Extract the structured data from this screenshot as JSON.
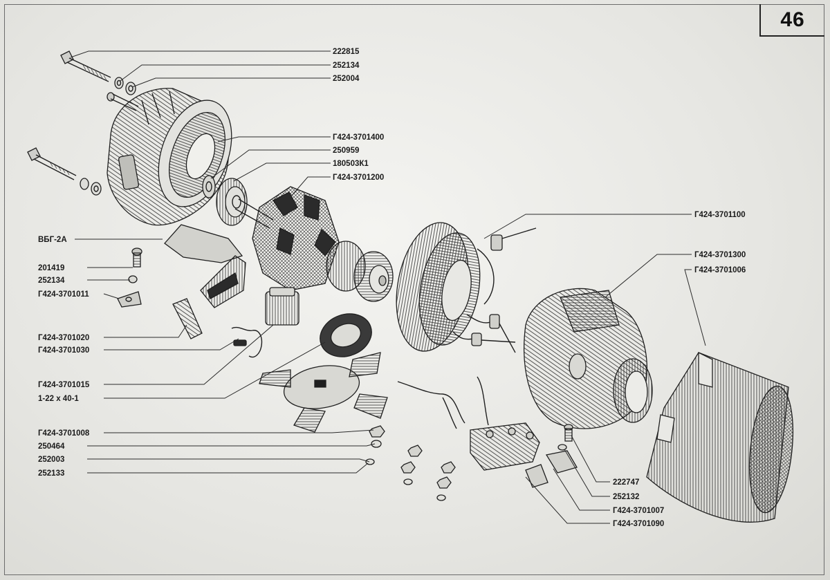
{
  "page_number": "46",
  "parts": [
    {
      "id": "p01",
      "number": "222815"
    },
    {
      "id": "p02",
      "number": "252134"
    },
    {
      "id": "p03",
      "number": "252004"
    },
    {
      "id": "p04",
      "number": "Г424-3701400"
    },
    {
      "id": "p05",
      "number": "250959"
    },
    {
      "id": "p06",
      "number": "180503К1"
    },
    {
      "id": "p07",
      "number": "Г424-3701200"
    },
    {
      "id": "p08",
      "number": "Г424-3701100"
    },
    {
      "id": "p09",
      "number": "Г424-3701300"
    },
    {
      "id": "p10",
      "number": "Г424-3701006"
    },
    {
      "id": "p11",
      "number": "ВБГ-2А"
    },
    {
      "id": "p12",
      "number": "201419"
    },
    {
      "id": "p13",
      "number": "252134"
    },
    {
      "id": "p14",
      "number": "Г424-3701011"
    },
    {
      "id": "p15",
      "number": "Г424-3701020"
    },
    {
      "id": "p16",
      "number": "Г424-3701030"
    },
    {
      "id": "p17",
      "number": "Г424-3701015"
    },
    {
      "id": "p18",
      "number": "1-22 х 40-1"
    },
    {
      "id": "p19",
      "number": "Г424-3701008"
    },
    {
      "id": "p20",
      "number": "250464"
    },
    {
      "id": "p21",
      "number": "252003"
    },
    {
      "id": "p22",
      "number": "252133"
    },
    {
      "id": "p23",
      "number": "222747"
    },
    {
      "id": "p24",
      "number": "252132"
    },
    {
      "id": "p25",
      "number": "Г424-3701007"
    },
    {
      "id": "p26",
      "number": "Г424-3701090"
    }
  ]
}
